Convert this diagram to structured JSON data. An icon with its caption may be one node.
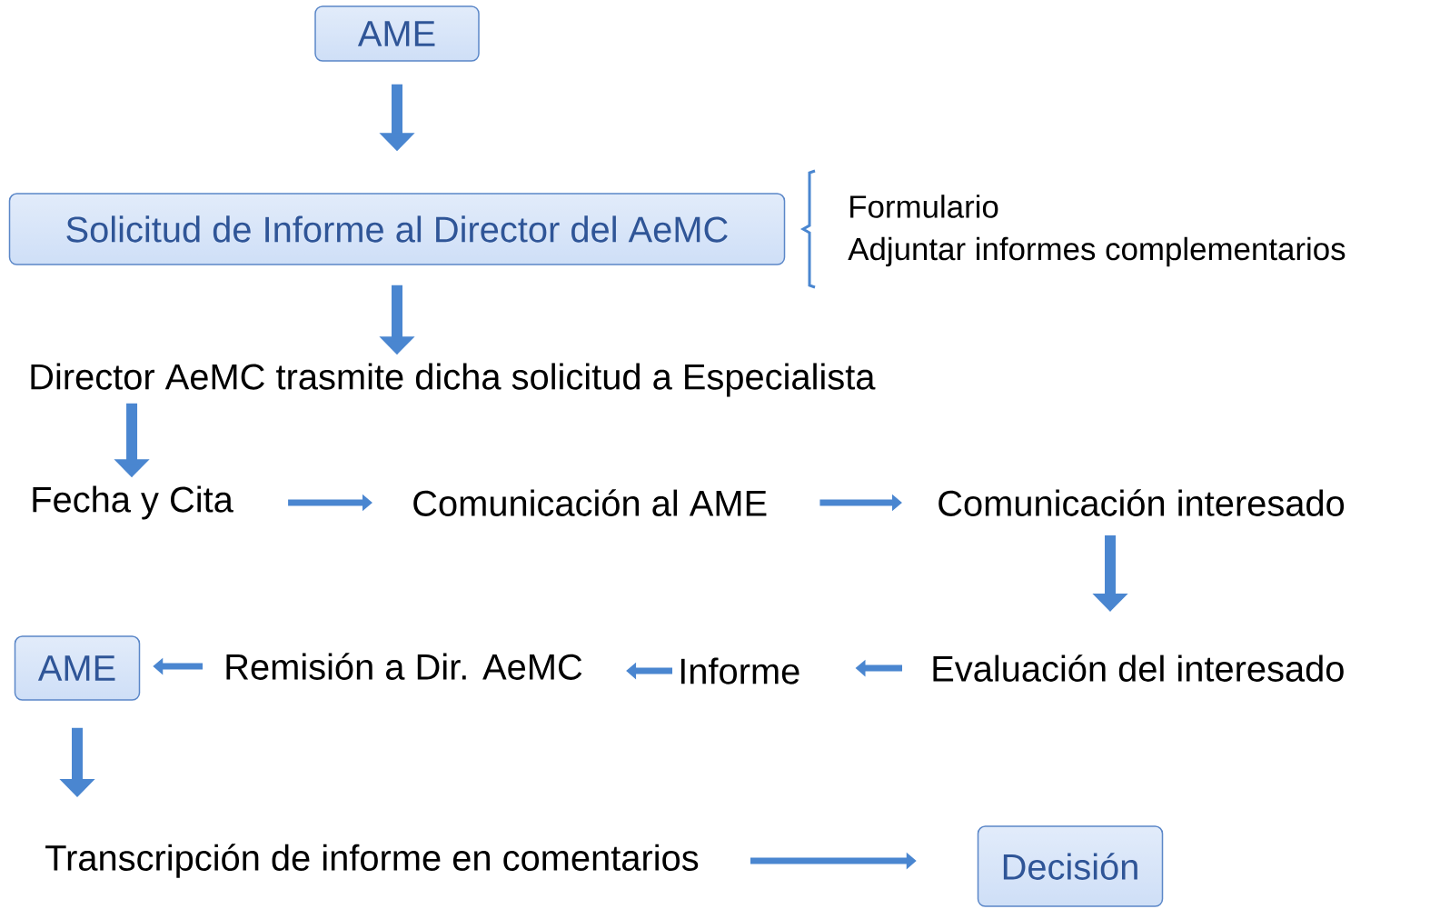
{
  "diagram": {
    "nodes": [
      {
        "text": [
          "AME"
        ]
      },
      {
        "text": [
          "Solicitud de Informe al Director del AeMC"
        ],
        "beside": [
          "Formulario",
          "Adjuntar informes complementarios"
        ]
      },
      {
        "text": [
          "Director AeMC trasmite dicha solicitud a Especialista"
        ]
      },
      {
        "text": [
          "Fecha y Cita"
        ]
      },
      {
        "text": [
          "Comunicación al AME"
        ]
      },
      {
        "text": [
          "Comunicación interesado"
        ]
      },
      {
        "text": [
          "Evaluación del interesado"
        ]
      },
      {
        "text": [
          "Informe"
        ]
      },
      {
        "text": [
          "Remisión a Dir. AeMC"
        ]
      },
      {
        "text": [
          "AME"
        ]
      },
      {
        "text": [
          "Transcripción de informe en comentarios"
        ]
      },
      {
        "text": [
          "Decisión"
        ]
      }
    ],
    "edges": [
      {
        "from": 0,
        "to": 1,
        "arrow": "to"
      },
      {
        "from": 1,
        "to": 2,
        "arrow": "to"
      },
      {
        "from": 2,
        "to": 3,
        "arrow": "to"
      },
      {
        "from": 3,
        "to": 4,
        "arrow": "to"
      },
      {
        "from": 4,
        "to": 5,
        "arrow": "to"
      },
      {
        "from": 5,
        "to": 6,
        "arrow": "to"
      },
      {
        "from": 6,
        "to": 7,
        "arrow": "to"
      },
      {
        "from": 7,
        "to": 8,
        "arrow": "to"
      },
      {
        "from": 8,
        "to": 9,
        "arrow": "to"
      },
      {
        "from": 9,
        "to": 10,
        "arrow": "to"
      },
      {
        "from": 10,
        "to": 11,
        "arrow": "to"
      }
    ]
  }
}
